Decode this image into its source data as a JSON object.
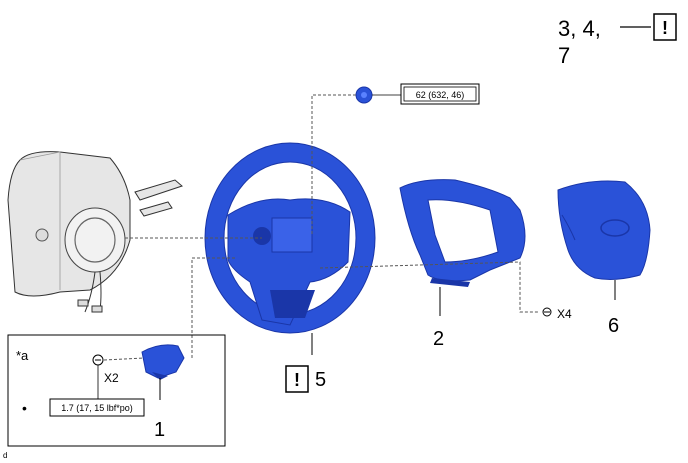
{
  "callouts": {
    "top_right_items": [
      "3, 4,",
      "7"
    ],
    "caution_symbol": "!",
    "item_1": "1",
    "item_2": "2",
    "item_5": "5",
    "item_6": "6",
    "qty_pad_screw": "X2",
    "qty_cover_screw": "X4",
    "inset_tag": "*a",
    "bullet": "•",
    "corner_mark": "d"
  },
  "torque": {
    "nut": "62 (632, 46)",
    "screw_inset": "1.7 (17, 15 lbf*po)"
  },
  "colors": {
    "part_blue": "#2a52d8",
    "part_blue_dark": "#1a36a8",
    "column_gray": "#e6e6e6",
    "outline": "#000000"
  },
  "icons": [
    "steering-column-icon",
    "steering-wheel-icon",
    "lower-cover-icon",
    "airbag-pad-icon",
    "steering-nut-icon",
    "screw-icon",
    "pad-screw-icon",
    "switch-assembly-icon"
  ]
}
